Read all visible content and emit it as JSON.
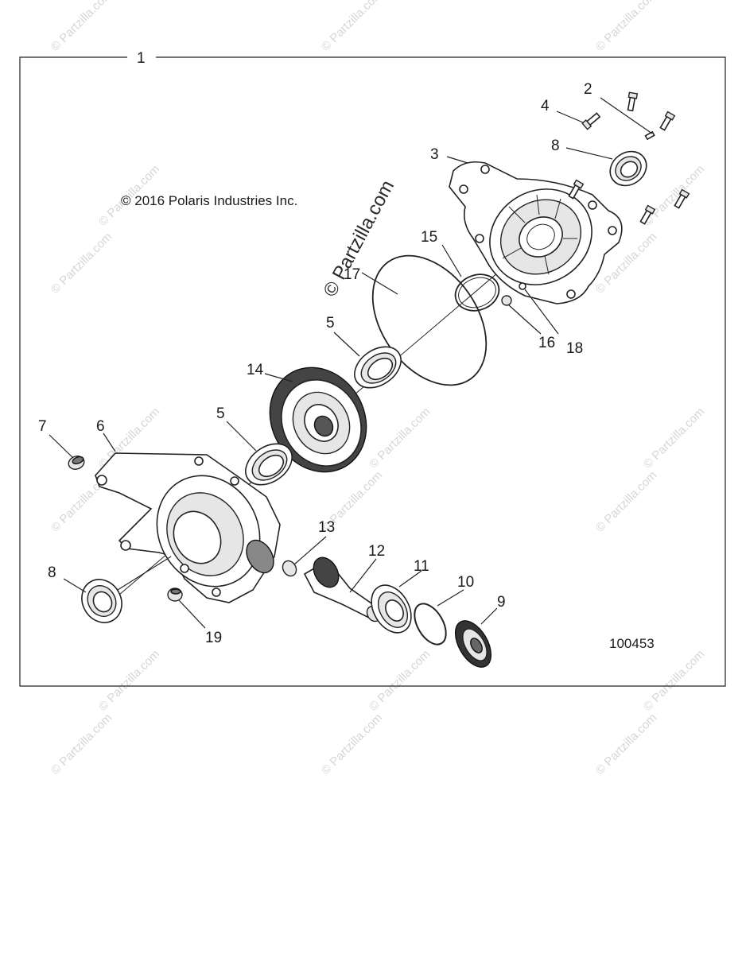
{
  "frame_label": "1",
  "copyright": "© 2016 Polaris Industries Inc.",
  "watermark_center": "© Partzilla.com",
  "watermark_small": "© Partzilla.com",
  "diagram_number": "100453",
  "callouts": {
    "c2": "2",
    "c3": "3",
    "c4": "4",
    "c8a": "8",
    "c15": "15",
    "c17": "17",
    "c5a": "5",
    "c18": "18",
    "c16": "16",
    "c14": "14",
    "c5b": "5",
    "c7": "7",
    "c6": "6",
    "c13": "13",
    "c12": "12",
    "c11": "11",
    "c10": "10",
    "c9": "9",
    "c8b": "8",
    "c19": "19"
  }
}
